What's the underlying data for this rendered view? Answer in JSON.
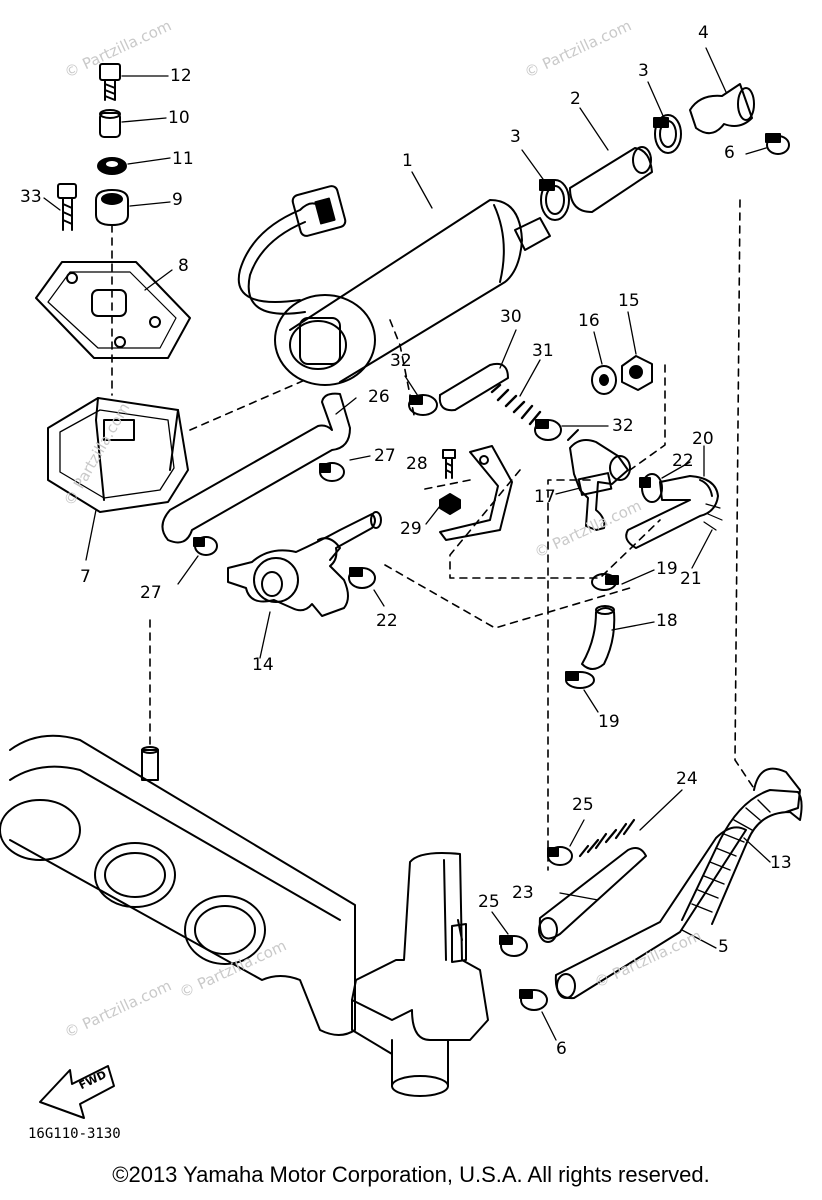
{
  "diagram": {
    "code": "16G110-3130",
    "copyright": "©2013 Yamaha Motor Corporation, U.S.A. All rights reserved.",
    "watermark": "© Partzilla.com",
    "fwd_label": "FWD",
    "parts": [
      {
        "id": "p1",
        "text": "1"
      },
      {
        "id": "p2",
        "text": "2"
      },
      {
        "id": "p3a",
        "text": "3"
      },
      {
        "id": "p3b",
        "text": "3"
      },
      {
        "id": "p4",
        "text": "4"
      },
      {
        "id": "p5",
        "text": "5"
      },
      {
        "id": "p6a",
        "text": "6"
      },
      {
        "id": "p6b",
        "text": "6"
      },
      {
        "id": "p7",
        "text": "7"
      },
      {
        "id": "p8",
        "text": "8"
      },
      {
        "id": "p9",
        "text": "9"
      },
      {
        "id": "p10",
        "text": "10"
      },
      {
        "id": "p11",
        "text": "11"
      },
      {
        "id": "p12",
        "text": "12"
      },
      {
        "id": "p13",
        "text": "13"
      },
      {
        "id": "p14",
        "text": "14"
      },
      {
        "id": "p15",
        "text": "15"
      },
      {
        "id": "p16",
        "text": "16"
      },
      {
        "id": "p17",
        "text": "17"
      },
      {
        "id": "p18",
        "text": "18"
      },
      {
        "id": "p19a",
        "text": "19"
      },
      {
        "id": "p19b",
        "text": "19"
      },
      {
        "id": "p20",
        "text": "20"
      },
      {
        "id": "p21",
        "text": "21"
      },
      {
        "id": "p22a",
        "text": "22"
      },
      {
        "id": "p22b",
        "text": "22"
      },
      {
        "id": "p23",
        "text": "23"
      },
      {
        "id": "p24",
        "text": "24"
      },
      {
        "id": "p25a",
        "text": "25"
      },
      {
        "id": "p25b",
        "text": "25"
      },
      {
        "id": "p26",
        "text": "26"
      },
      {
        "id": "p27a",
        "text": "27"
      },
      {
        "id": "p27b",
        "text": "27"
      },
      {
        "id": "p28",
        "text": "28"
      },
      {
        "id": "p29",
        "text": "29"
      },
      {
        "id": "p30",
        "text": "30"
      },
      {
        "id": "p31",
        "text": "31"
      },
      {
        "id": "p32a",
        "text": "32"
      },
      {
        "id": "p32b",
        "text": "32"
      },
      {
        "id": "p33",
        "text": "33"
      }
    ]
  }
}
